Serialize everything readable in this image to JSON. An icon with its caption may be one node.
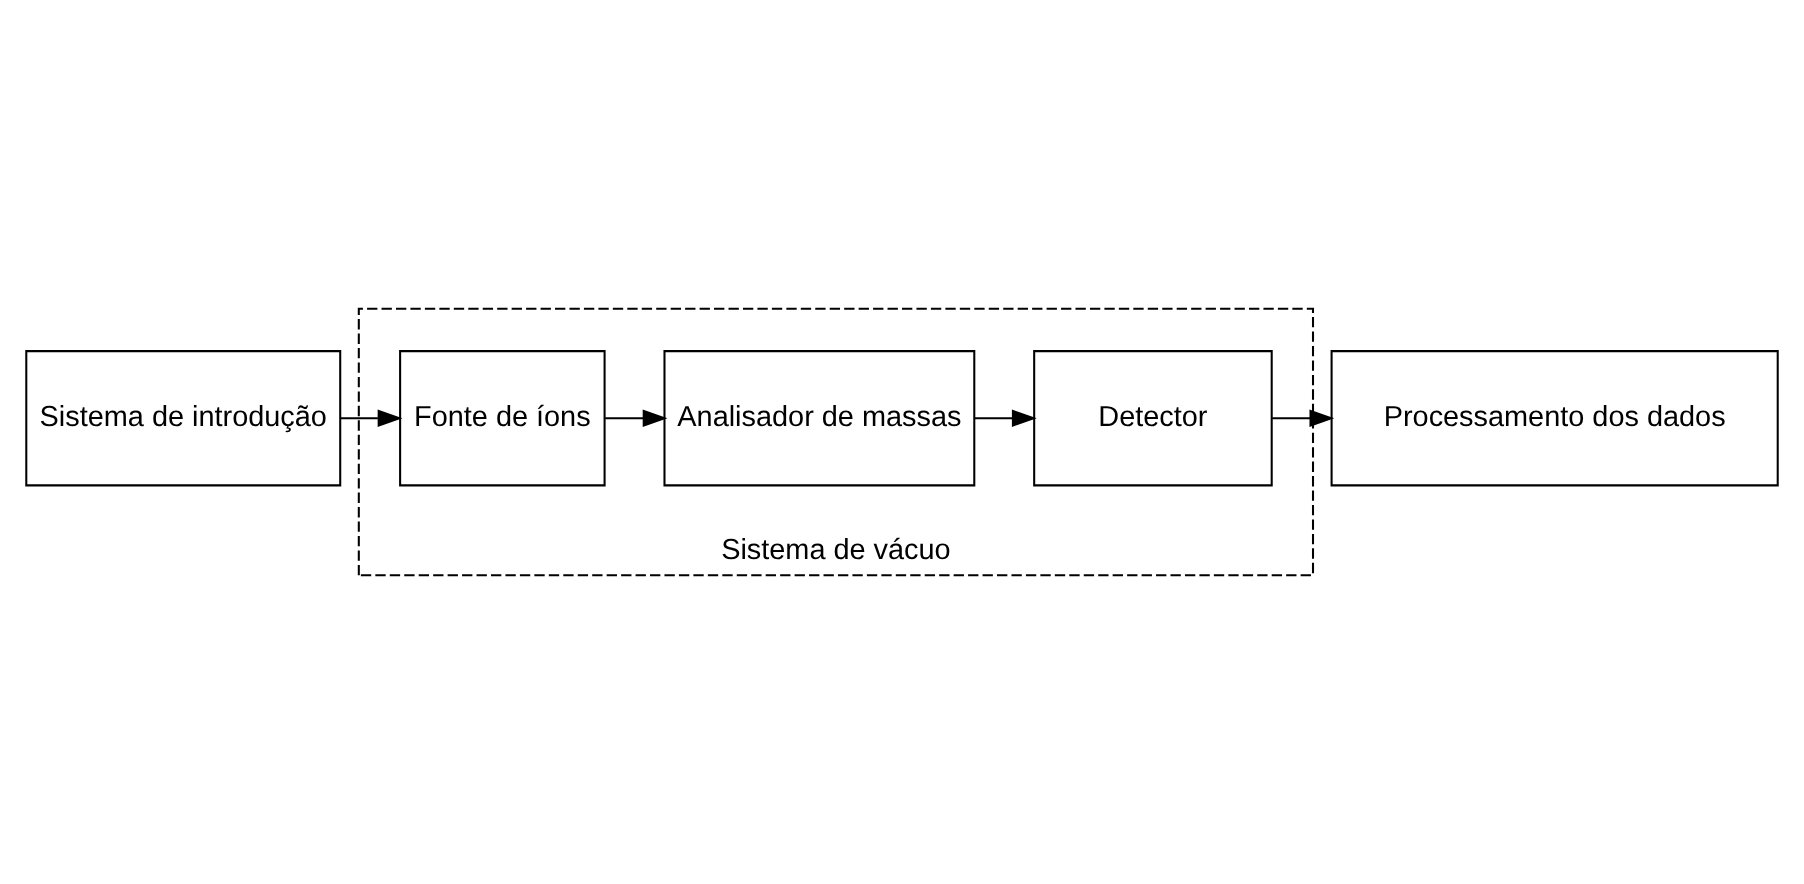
{
  "diagram": {
    "nodes": [
      {
        "text": [
          "Sistema de introdução"
        ]
      },
      {
        "text": [
          "Sistema de vácuo"
        ]
      },
      {
        "text": [
          "Fonte de íons"
        ],
        "in": 1
      },
      {
        "text": [
          "Analisador de massas"
        ],
        "in": 1
      },
      {
        "text": [
          "Detector"
        ],
        "in": 1
      },
      {
        "text": [
          "Processamento dos dados"
        ]
      }
    ],
    "edges": [
      {
        "from": 0,
        "to": 2,
        "arrow": "to"
      },
      {
        "from": 2,
        "to": 3,
        "arrow": "to"
      },
      {
        "from": 3,
        "to": 4,
        "arrow": "to"
      },
      {
        "from": 4,
        "to": 5,
        "arrow": "to"
      }
    ]
  }
}
